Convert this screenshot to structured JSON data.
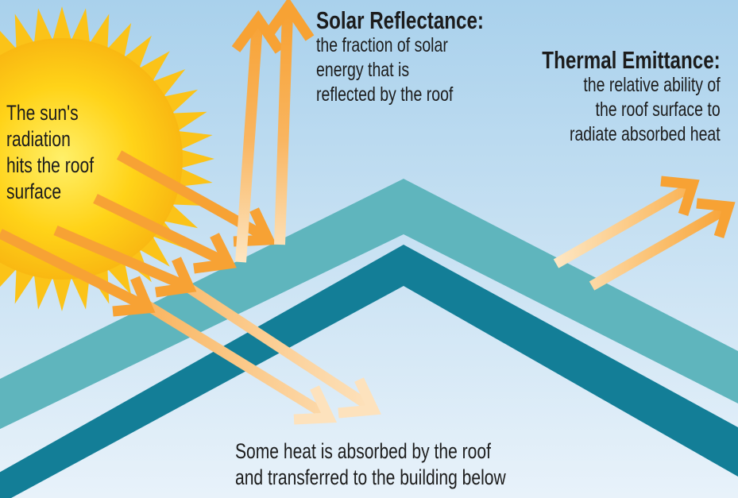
{
  "sun_label": [
    "The sun's",
    "radiation",
    "hits the roof",
    "surface"
  ],
  "reflectance": {
    "title": "Solar Reflectance:",
    "lines": [
      "the fraction of solar",
      "energy that is",
      "reflected by the roof"
    ]
  },
  "emittance": {
    "title": "Thermal Emittance:",
    "lines": [
      "the relative ability of",
      "the roof surface to",
      "radiate absorbed heat"
    ]
  },
  "absorbed": {
    "lines": [
      "Some heat is absorbed by the roof",
      "and transferred to the building below"
    ]
  },
  "colors": {
    "sky_top": "#a9d1ec",
    "sky_bottom": "#e6f1f9",
    "roof_outer": "#5fb5bd",
    "roof_inner": "#137e97",
    "sun": "#ffd21a",
    "arrow": "#f7a234"
  }
}
